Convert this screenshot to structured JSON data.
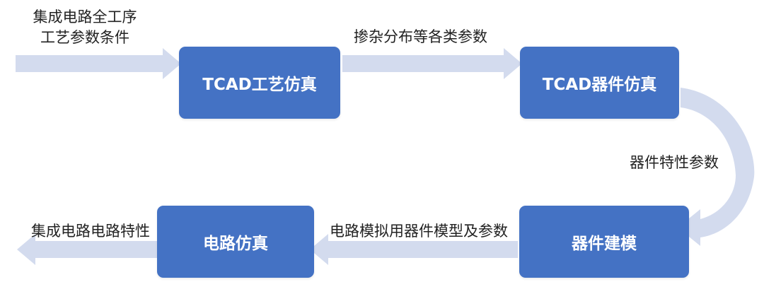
{
  "colors": {
    "node_fill": "#4472c4",
    "node_text": "#ffffff",
    "arrow_fill": "#d3dbee",
    "label_text": "#222222"
  },
  "inputs": {
    "process_conditions_line1": "集成电路全工序",
    "process_conditions_line2": "工艺参数条件"
  },
  "nodes": {
    "tcad_process": "TCAD工艺仿真",
    "tcad_device": "TCAD器件仿真",
    "device_modeling": "器件建模",
    "circuit_sim": "电路仿真"
  },
  "edges": {
    "doping": "掺杂分布等各类参数",
    "device_params": "器件特性参数",
    "circuit_models": "电路模拟用器件模型及参数",
    "output": "集成电路电路特性"
  }
}
